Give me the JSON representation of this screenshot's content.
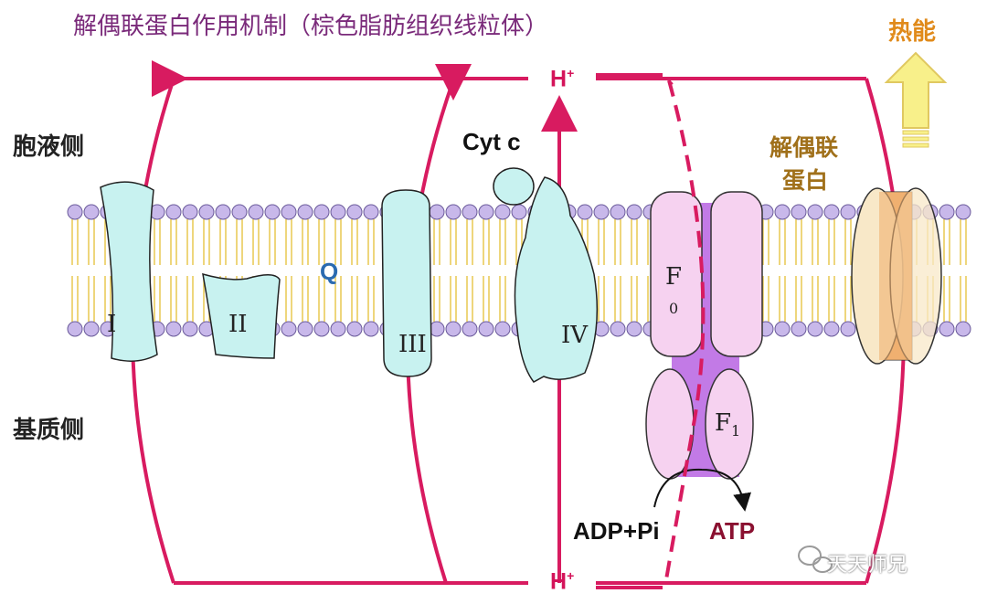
{
  "title": "解偶联蛋白作用机制（棕色脂肪组织线粒体）",
  "labels": {
    "cytosol_side": "胞液侧",
    "matrix_side": "基质侧",
    "heat": "热能",
    "ucp_line1": "解偶联",
    "ucp_line2": "蛋白",
    "complex_1": "I",
    "complex_2": "II",
    "complex_3": "III",
    "complex_4": "IV",
    "q": "Q",
    "cyt_c": "Cyt c",
    "f0_main": "F",
    "f0_sub": "0",
    "f1_main": "F",
    "f1_sub": "1",
    "h_main": "H",
    "h_sup": "+",
    "adp_pi": "ADP+Pi",
    "atp": "ATP"
  },
  "watermark": "天天师兄",
  "colors": {
    "circuit": "#d81b60",
    "protein_fill": "#c8f2f0",
    "atp_synthase_fill": "#f6d2f0",
    "atp_channel_fill": "#c27ae6",
    "ucp_fill": "#f8e8c8",
    "ucp_channel_fill": "#f0b070",
    "lipid_head": "#c8b8ea",
    "lipid_tail": "#e8c850",
    "heat_arrow": "#f8f08a"
  },
  "icons": [
    "heat-arrow-icon",
    "wechat-icon"
  ]
}
